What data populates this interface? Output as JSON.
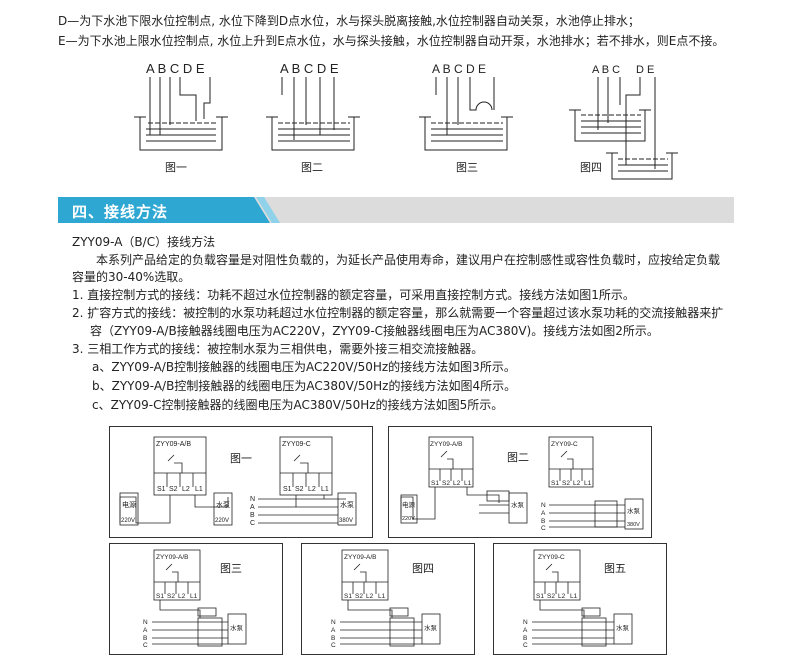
{
  "top": {
    "line_d": "D—为下水池下限水位控制点, 水位下降到D点水位，水与探头脱离接触,水位控制器自动关泵，水池停止排水；",
    "line_e": "E—为下水池上限水位控制点, 水位上升到E点水位，水与探头接触，水位控制器自动开泵，水池排水；若不排水，则E点不接。"
  },
  "level_figures": [
    {
      "letters": "A B C D E",
      "caption": "图一"
    },
    {
      "letters": "A B C D E",
      "caption": "图二"
    },
    {
      "letters": "A B C D E",
      "caption": "图三"
    },
    {
      "letters_abc": "A B C",
      "letters_de": "D E",
      "caption": "图四"
    }
  ],
  "section": {
    "title": "四、接线方法",
    "band_color": "#2fa7d3",
    "tail_color": "#dcdcdc"
  },
  "body": {
    "model": "ZYY09-A（B/C）接线方法",
    "intro1": "本系列产品给定的负载容量是对阻性负载的，为延长产品使用寿命，建议用户在控制感性或容性负载时，应按给定负载",
    "intro2": "容量的30-40%选取。",
    "item1": "1.  直接控制方式的接线：功耗不超过水位控制器的额定容量，可采用直接控制方式。接线方法如图1所示。",
    "item2a": "2.  扩容方式的接线：被控制的水泵功耗超过水位控制器的额定容量，那么就需要一个容量超过该水泵功耗的交流接触器来扩",
    "item2b": "容（ZYY09-A/B接触器线圈电压为AC220V，ZYY09-C接触器线圈电压为AC380V)。接线方法如图2所示。",
    "item3": "3.  三相工作方式的接线：被控制水泵为三相供电，需要外接三相交流接触器。",
    "item3a": "a、ZYY09-A/B控制接触器的线圈电压为AC220V/50Hz的接线方法如图3所示。",
    "item3b": "b、ZYY09-A/B控制接触器的线圈电压为AC380V/50Hz的接线方法如图4所示。",
    "item3c": "c、ZYY09-C控制接触器的线圈电压为AC380V/50Hz的接线方法如图5所示。"
  },
  "panels": {
    "p1": {
      "caption": "图一",
      "model_ab": "ZYY09-A/B",
      "model_c": "ZYY09-C",
      "terms": [
        "S1",
        "S2",
        "L2",
        "L1"
      ],
      "power": "电源",
      "power_v": "220V",
      "pump": "水泵",
      "pump_v1": "220V",
      "pump_v2": "380V",
      "phases": [
        "N",
        "A",
        "B",
        "C"
      ]
    },
    "p2": {
      "caption": "图二",
      "model_ab": "ZYY09-A/B",
      "model_c": "ZYY09-C",
      "terms": [
        "S1",
        "S2",
        "L2",
        "L1"
      ],
      "power": "电源",
      "power_v": "220V",
      "pump": "水泵",
      "pump_v": "380V",
      "phases": [
        "N",
        "A",
        "B",
        "C"
      ]
    },
    "p3": {
      "caption": "图三",
      "model": "ZYY09-A/B",
      "terms": [
        "S1",
        "S2",
        "L2",
        "L1"
      ],
      "pump": "水泵",
      "phases": [
        "N",
        "A",
        "B",
        "C"
      ]
    },
    "p4": {
      "caption": "图四",
      "model": "ZYY09-A/B",
      "terms": [
        "S1",
        "S2",
        "L2",
        "L1"
      ],
      "pump": "水泵",
      "phases": [
        "N",
        "A",
        "B",
        "C"
      ]
    },
    "p5": {
      "caption": "图五",
      "model": "ZYY09-C",
      "terms": [
        "S1",
        "S2",
        "L2",
        "L1"
      ],
      "pump": "水泵",
      "phases": [
        "N",
        "A",
        "B",
        "C"
      ]
    }
  }
}
